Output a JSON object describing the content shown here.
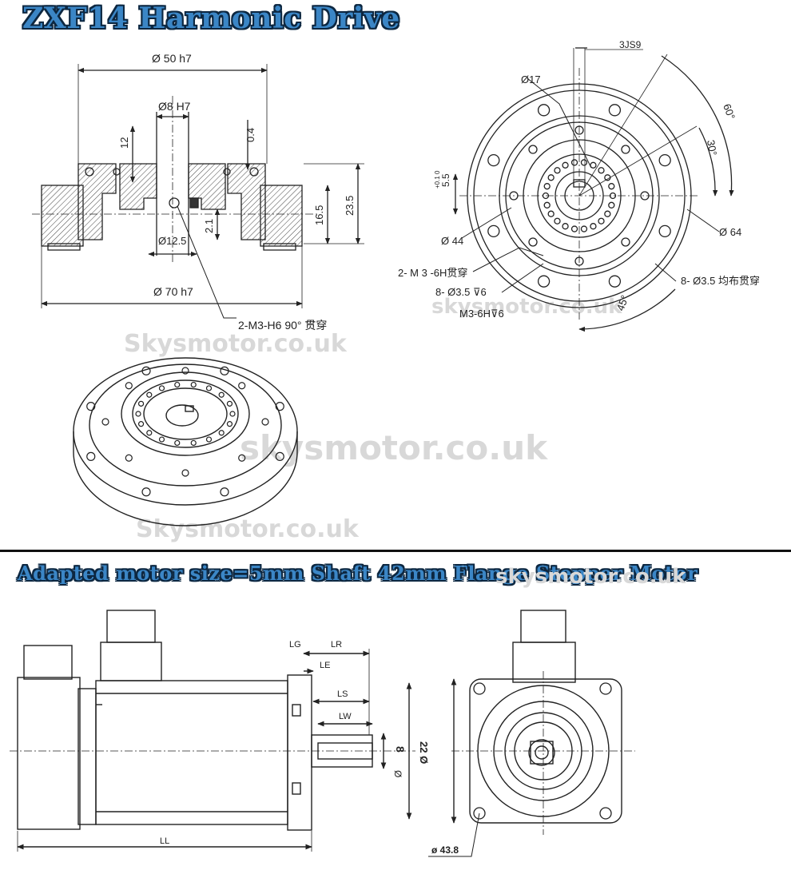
{
  "header": {
    "title": "ZXF14 Harmonic Drive",
    "motor_title": "Adapted motor size=5mm Shaft 42mm Flange Stepper Motor"
  },
  "side_view": {
    "d50": "Ø 50 h7",
    "d8": "Ø8 H7",
    "d12_5": "Ø12.5",
    "d70": "Ø 70 h7",
    "h12": "12",
    "h0_4": "0.4",
    "h2_1": "2.1",
    "h16_5": "16.5",
    "h23_5": "23.5",
    "note_m3": "2-M3-H6 90° 贯穿"
  },
  "front_view": {
    "key": "3JS9",
    "d17": "Ø17",
    "dim5_5": "5.5",
    "dim5_5_tol": "+0.1 0",
    "d44": "Ø 44",
    "d64": "Ø 64",
    "a60": "60°",
    "a30": "30°",
    "a45": "45°",
    "note_m3_6h": "2- M 3 -6H贯穿",
    "note_8_3_5": "8- Ø3.5 ⊽6",
    "note_m3_6h_depth": "M3-6H⊽6",
    "note_8_3_5_right": "8- Ø3.5 均布贯穿"
  },
  "motor_view": {
    "lg": "LG",
    "lr": "LR",
    "le": "LE",
    "ls": "LS",
    "lw": "LW",
    "ll": "LL",
    "d8": "8",
    "d8_sym": "Ø",
    "d22": "22 Ø",
    "d43_8": "ø 43.8"
  },
  "watermarks": {
    "w1": "Skysmotor.co.uk",
    "w2": "skysmotor.co.uk",
    "w3": "Skysmotor.co.uk",
    "w4": "skysmotor.co.uk",
    "w5": "skysmotor.co.uk"
  }
}
